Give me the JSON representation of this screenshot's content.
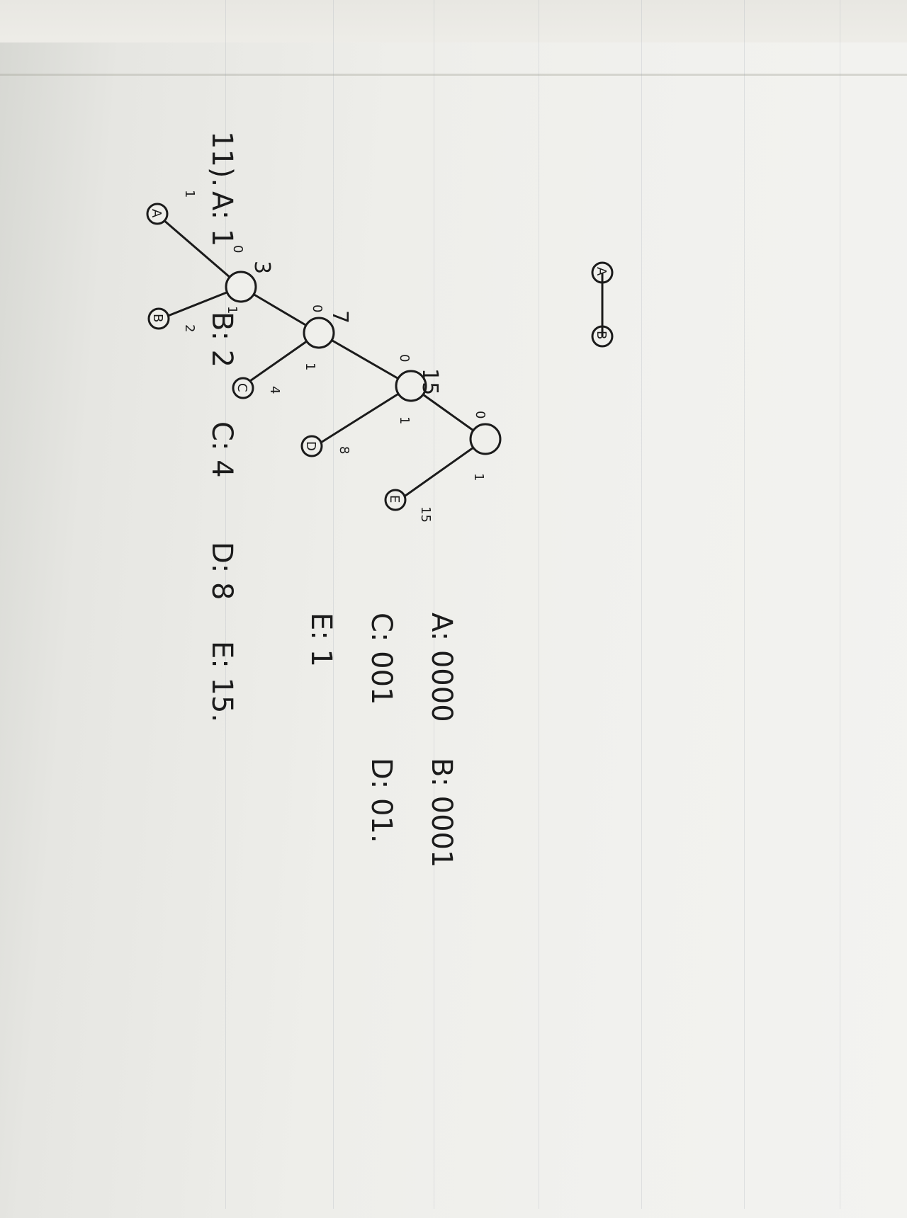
{
  "header": {
    "question_label": "11).",
    "weights": [
      "A: 1",
      "B: 2",
      "C: 4",
      "D: 8",
      "E: 15."
    ]
  },
  "sketch": {
    "left_label": "A",
    "right_label": "B"
  },
  "tree": {
    "node_weights": [
      "3",
      "7",
      "15"
    ],
    "leaves": [
      {
        "label": "A",
        "weight": "1"
      },
      {
        "label": "B",
        "weight": "2"
      },
      {
        "label": "C",
        "weight": "4"
      },
      {
        "label": "D",
        "weight": "8"
      },
      {
        "label": "E",
        "weight": "15"
      }
    ],
    "edge_bits": {
      "zero": "0",
      "one": "1"
    }
  },
  "codes": {
    "A": "A: 0000",
    "B": "B: 0001",
    "C": "C: 001",
    "D": "D: 01.",
    "E": "E: 1"
  }
}
